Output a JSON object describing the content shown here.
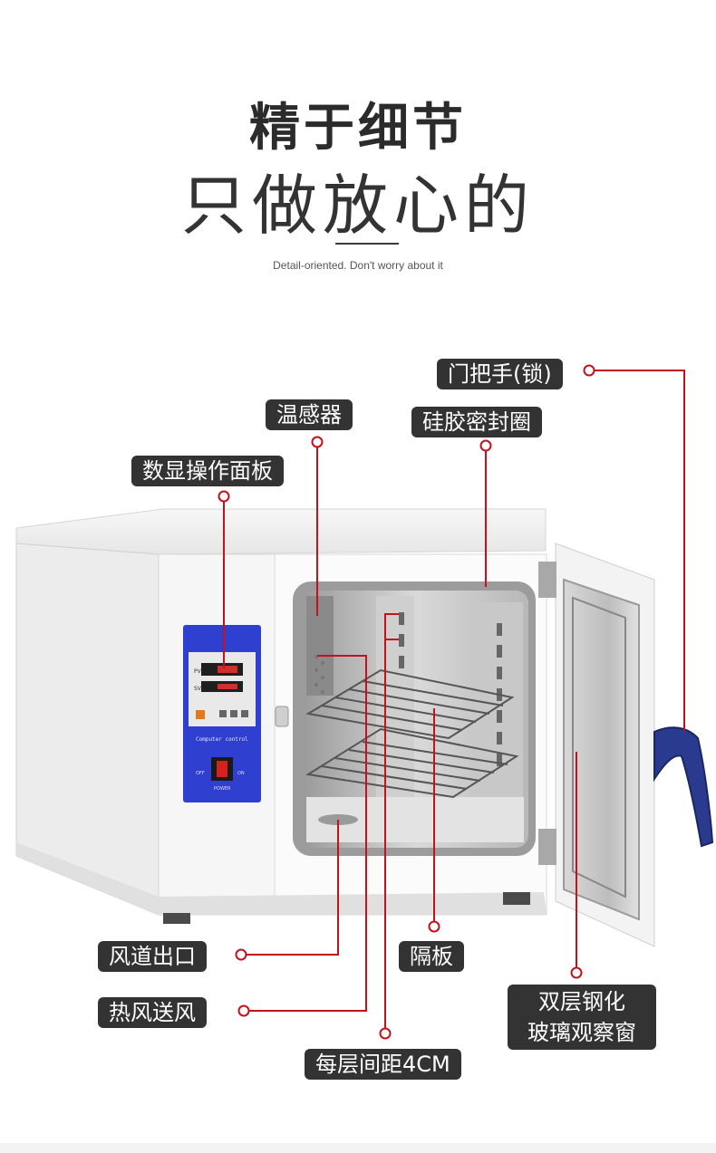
{
  "heading": {
    "title_bold": "精于细节",
    "title_light": "只做放心的",
    "subtitle": "Detail-oriented. Don't worry about it"
  },
  "panel": {
    "display_pv": "PV",
    "display_sv": "SV",
    "control_text": "Computer control",
    "switch_off": "OFF",
    "switch_on": "ON",
    "power_text": "POWER"
  },
  "callouts": {
    "door_handle": "门把手(锁)",
    "temp_sensor": "温感器",
    "silicone_seal": "硅胶密封圈",
    "digital_panel": "数显操作面板",
    "air_outlet": "风道出口",
    "hot_air": "热风送风",
    "shelf": "隔板",
    "glass_window_line1": "双层钢化",
    "glass_window_line2": "玻璃观察窗",
    "layer_spacing": "每层间距4CM"
  },
  "colors": {
    "label_bg": "#333333",
    "callout_line": "#c4121c",
    "panel_blue": "#2f3fd0",
    "handle_blue": "#2a3a8f"
  }
}
